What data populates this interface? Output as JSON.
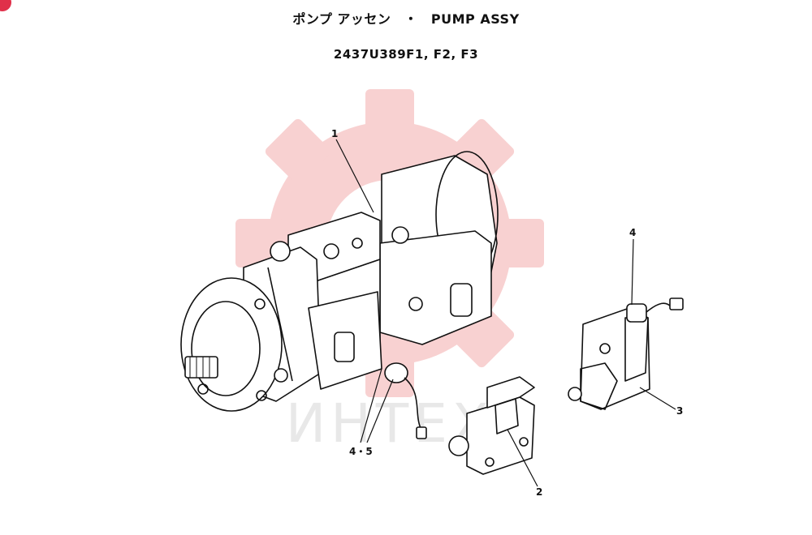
{
  "header": {
    "title": "ポンプ アッセン　・　PUMP ASSY",
    "part_numbers": "2437U389F1, F2, F3"
  },
  "callouts": {
    "c1": "1",
    "c2": "2",
    "c3": "3",
    "c4": "4",
    "c45": "4・5"
  },
  "watermark": {
    "text": "ИНТЕХ",
    "color": "#f4b8b8"
  },
  "colors": {
    "line": "#111111",
    "badge": "#e0304a"
  }
}
